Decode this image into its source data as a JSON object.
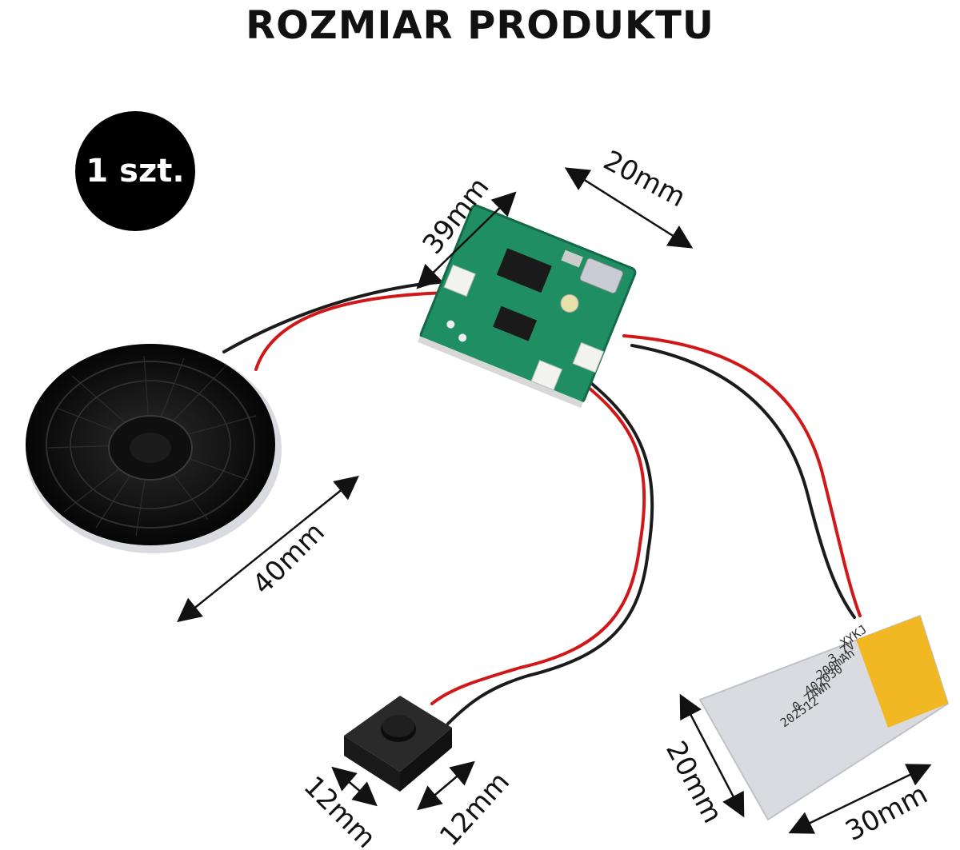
{
  "heading": "ROZMIAR PRODUKTU",
  "quantity_badge": "1 szt.",
  "dimensions": {
    "board_width": "20mm",
    "board_length": "39mm",
    "speaker_diameter": "40mm",
    "button_width": "12mm",
    "button_height": "12mm",
    "battery_width": "20mm",
    "battery_length": "30mm"
  },
  "battery_print": {
    "line1": "XYKJ",
    "line2": "3.7V",
    "line3": "200mAh",
    "line4": "402030",
    "line5": "0.74Wh",
    "line6": "202512"
  },
  "colors": {
    "pcb": "#1f8f63",
    "battery": "#e7e8ec",
    "tape": "#f2b619",
    "wire_red": "#d11818",
    "wire_black": "#1b1b1b"
  }
}
